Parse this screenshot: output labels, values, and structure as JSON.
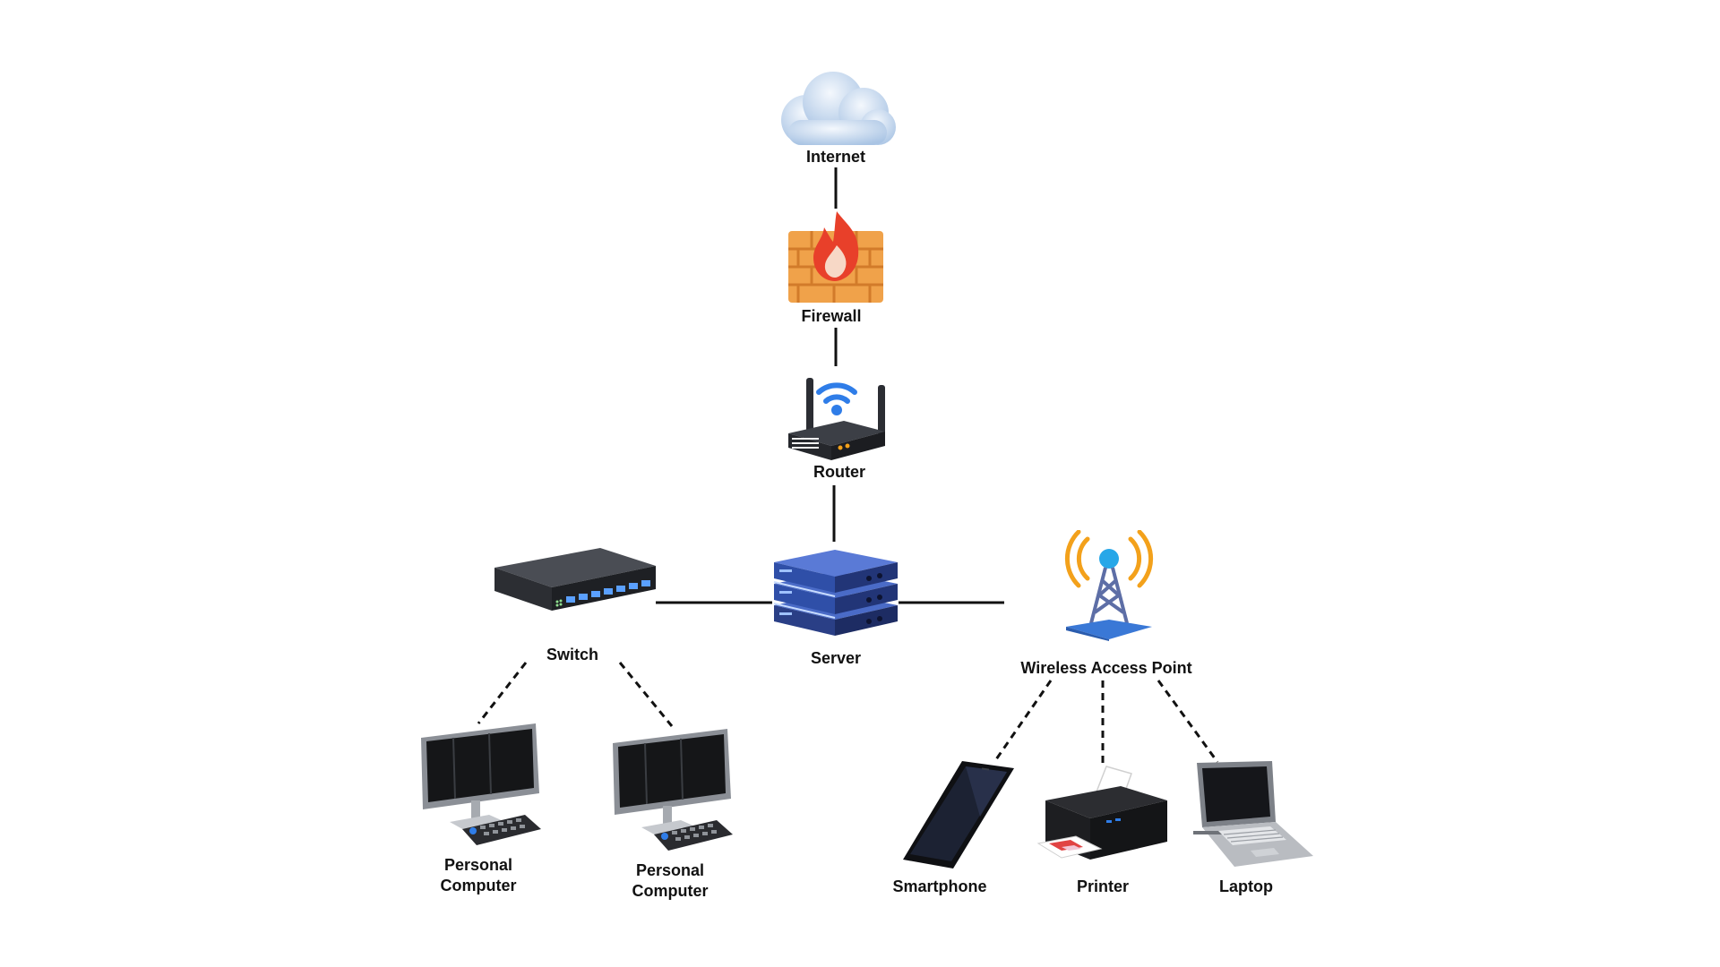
{
  "diagram": {
    "nodes": {
      "internet": {
        "label": "Internet",
        "icon": "cloud-icon"
      },
      "firewall": {
        "label": "Firewall",
        "icon": "firewall-icon"
      },
      "router": {
        "label": "Router",
        "icon": "router-icon"
      },
      "server": {
        "label": "Server",
        "icon": "server-icon"
      },
      "switch": {
        "label": "Switch",
        "icon": "switch-icon"
      },
      "wap": {
        "label": "Wireless Access Point",
        "icon": "antenna-tower-icon"
      },
      "pc1": {
        "label_line1": "Personal",
        "label_line2": "Computer",
        "icon": "desktop-computer-icon"
      },
      "pc2": {
        "label_line1": "Personal",
        "label_line2": "Computer",
        "icon": "desktop-computer-icon"
      },
      "smartphone": {
        "label": "Smartphone",
        "icon": "smartphone-icon"
      },
      "printer": {
        "label": "Printer",
        "icon": "printer-icon"
      },
      "laptop": {
        "label": "Laptop",
        "icon": "laptop-icon"
      }
    },
    "connections": [
      {
        "from": "Internet",
        "to": "Firewall",
        "style": "solid"
      },
      {
        "from": "Firewall",
        "to": "Router",
        "style": "solid"
      },
      {
        "from": "Router",
        "to": "Server",
        "style": "solid"
      },
      {
        "from": "Switch",
        "to": "Server",
        "style": "solid"
      },
      {
        "from": "Server",
        "to": "Wireless Access Point",
        "style": "solid"
      },
      {
        "from": "Switch",
        "to": "Personal Computer",
        "style": "dashed"
      },
      {
        "from": "Switch",
        "to": "Personal Computer",
        "style": "dashed"
      },
      {
        "from": "Wireless Access Point",
        "to": "Smartphone",
        "style": "dashed"
      },
      {
        "from": "Wireless Access Point",
        "to": "Printer",
        "style": "dashed"
      },
      {
        "from": "Wireless Access Point",
        "to": "Laptop",
        "style": "dashed"
      }
    ],
    "colors": {
      "line": "#111111",
      "cloud": "#c9dcf0",
      "brick": "#f0a24a",
      "flame": "#e8402a",
      "device_dark": "#2b2d33",
      "server_blue": "#2f4fa8",
      "wifi_blue": "#2f7de8",
      "tower_blue": "#3a78d6",
      "signal_orange": "#f3a11b"
    }
  }
}
